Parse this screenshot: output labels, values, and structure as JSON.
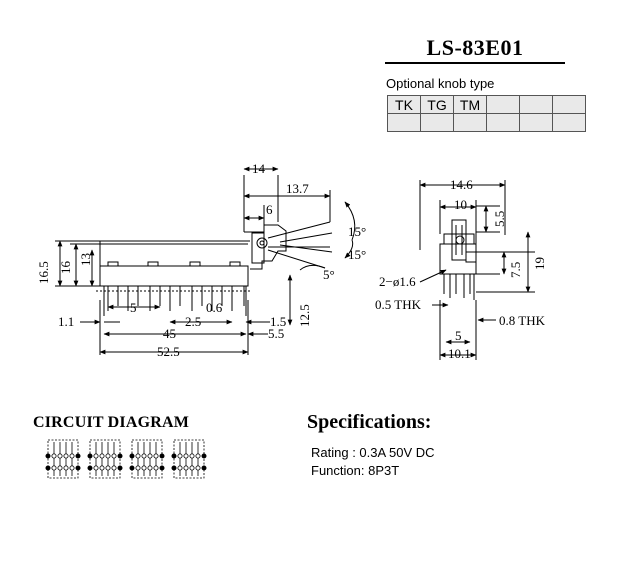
{
  "part_number": "LS-83E01",
  "knob": {
    "caption": "Optional knob type",
    "types": [
      "TK",
      "TG",
      "TM",
      "",
      "",
      ""
    ]
  },
  "side_view": {
    "dims": [
      "14",
      "13.7",
      "6",
      "15°",
      "15°",
      "5°",
      "16.5",
      "16",
      "13",
      "5",
      "0.6",
      "1.1",
      "2.5",
      "1.5",
      "12.5",
      "45",
      "5.5",
      "52.5"
    ]
  },
  "end_view": {
    "dims": [
      "14.6",
      "10",
      "5.5",
      "7.5",
      "19",
      "2−ø1.6",
      "0.5 THK",
      "5",
      "0.8 THK",
      "10.1"
    ]
  },
  "circuit": {
    "title": "CIRCUIT DIAGRAM",
    "groups": 4
  },
  "specs": {
    "title": "Specifications:",
    "rating": "Rating : 0.3A 50V DC",
    "function": "Function: 8P3T"
  }
}
